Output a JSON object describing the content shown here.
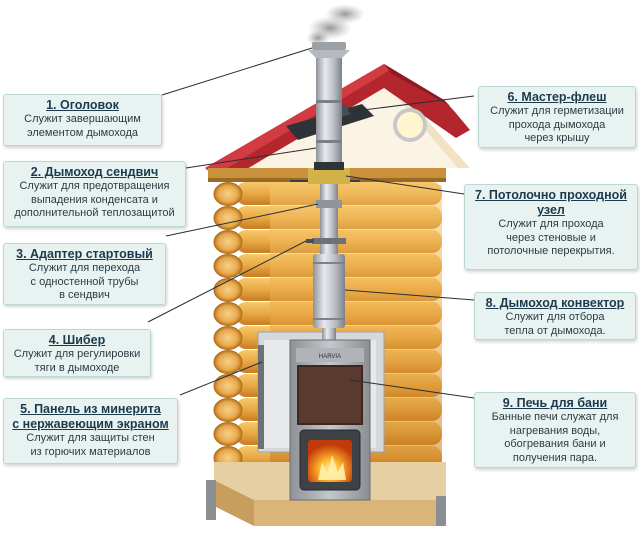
{
  "callouts": {
    "c1": {
      "title": "1. Оголовок",
      "desc": "Служит завершающим\nэлементом дымохода"
    },
    "c2": {
      "title": "2. Дымоход сендвич",
      "desc": "Служит для предотвращения\nвыпадения конденсата и\nдополнительной теплозащитой"
    },
    "c3": {
      "title": "3. Адаптер стартовый",
      "desc": "Служит для перехода\nс одностенной трубы\nв сендвич"
    },
    "c4": {
      "title": "4. Шибер",
      "desc": "Служит для регулировки\nтяги в дымоходе"
    },
    "c5": {
      "title": "5. Панель из минерита\nс нержавеющим экраном",
      "desc": "Служит для защиты стен\nиз горючих материалов"
    },
    "c6": {
      "title": "6. Мастер-флеш",
      "desc": "Служит для герметизации\nпрохода дымохода\nчерез крышу"
    },
    "c7": {
      "title": "7. Потолочно проходной\nузел",
      "desc": "Служит для прохода\nчерез стеновые и\nпотолочные перекрытия."
    },
    "c8": {
      "title": "8. Дымоход конвектор",
      "desc": "Служит для отбора\nтепла от дымохода."
    },
    "c9": {
      "title": "9. Печь для бани",
      "desc": "Банные печи служат для\nнагревания воды,\nобогревания бани и\nполучения пара."
    }
  },
  "stove_brand": "HARVIA",
  "colors": {
    "callout_bg": "#e8f3f1",
    "callout_border": "#b9d8d2",
    "roof": "#b3262e",
    "log": "#e9a743",
    "pipe": "#b9bdc2"
  }
}
